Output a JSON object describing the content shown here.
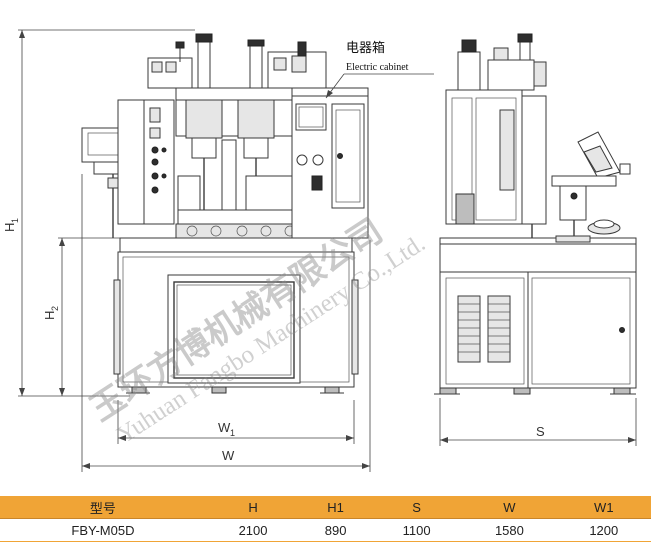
{
  "callout": {
    "label_cn": "电器箱",
    "label_en": "Electric cabinet"
  },
  "dimensions": {
    "H": "H",
    "H_sub": "1",
    "H2": "H",
    "H2_sub": "2",
    "W1": "W",
    "W1_sub": "1",
    "W": "W",
    "S": "S"
  },
  "watermark": {
    "company_cn": "玉环方博机械有限公司",
    "company_en": "Yuhuan Fangbo Machinery Co.,Ltd."
  },
  "spec_table": {
    "headers": [
      "型号",
      "H",
      "H1",
      "S",
      "W",
      "W1"
    ],
    "rows": [
      [
        "FBY-M05D",
        "2100",
        "890",
        "1100",
        "1580",
        "1200"
      ]
    ]
  },
  "colors": {
    "table_header_bg": "#f0a436",
    "line": "#3a3a3a",
    "watermark": "#8a8a8a"
  }
}
